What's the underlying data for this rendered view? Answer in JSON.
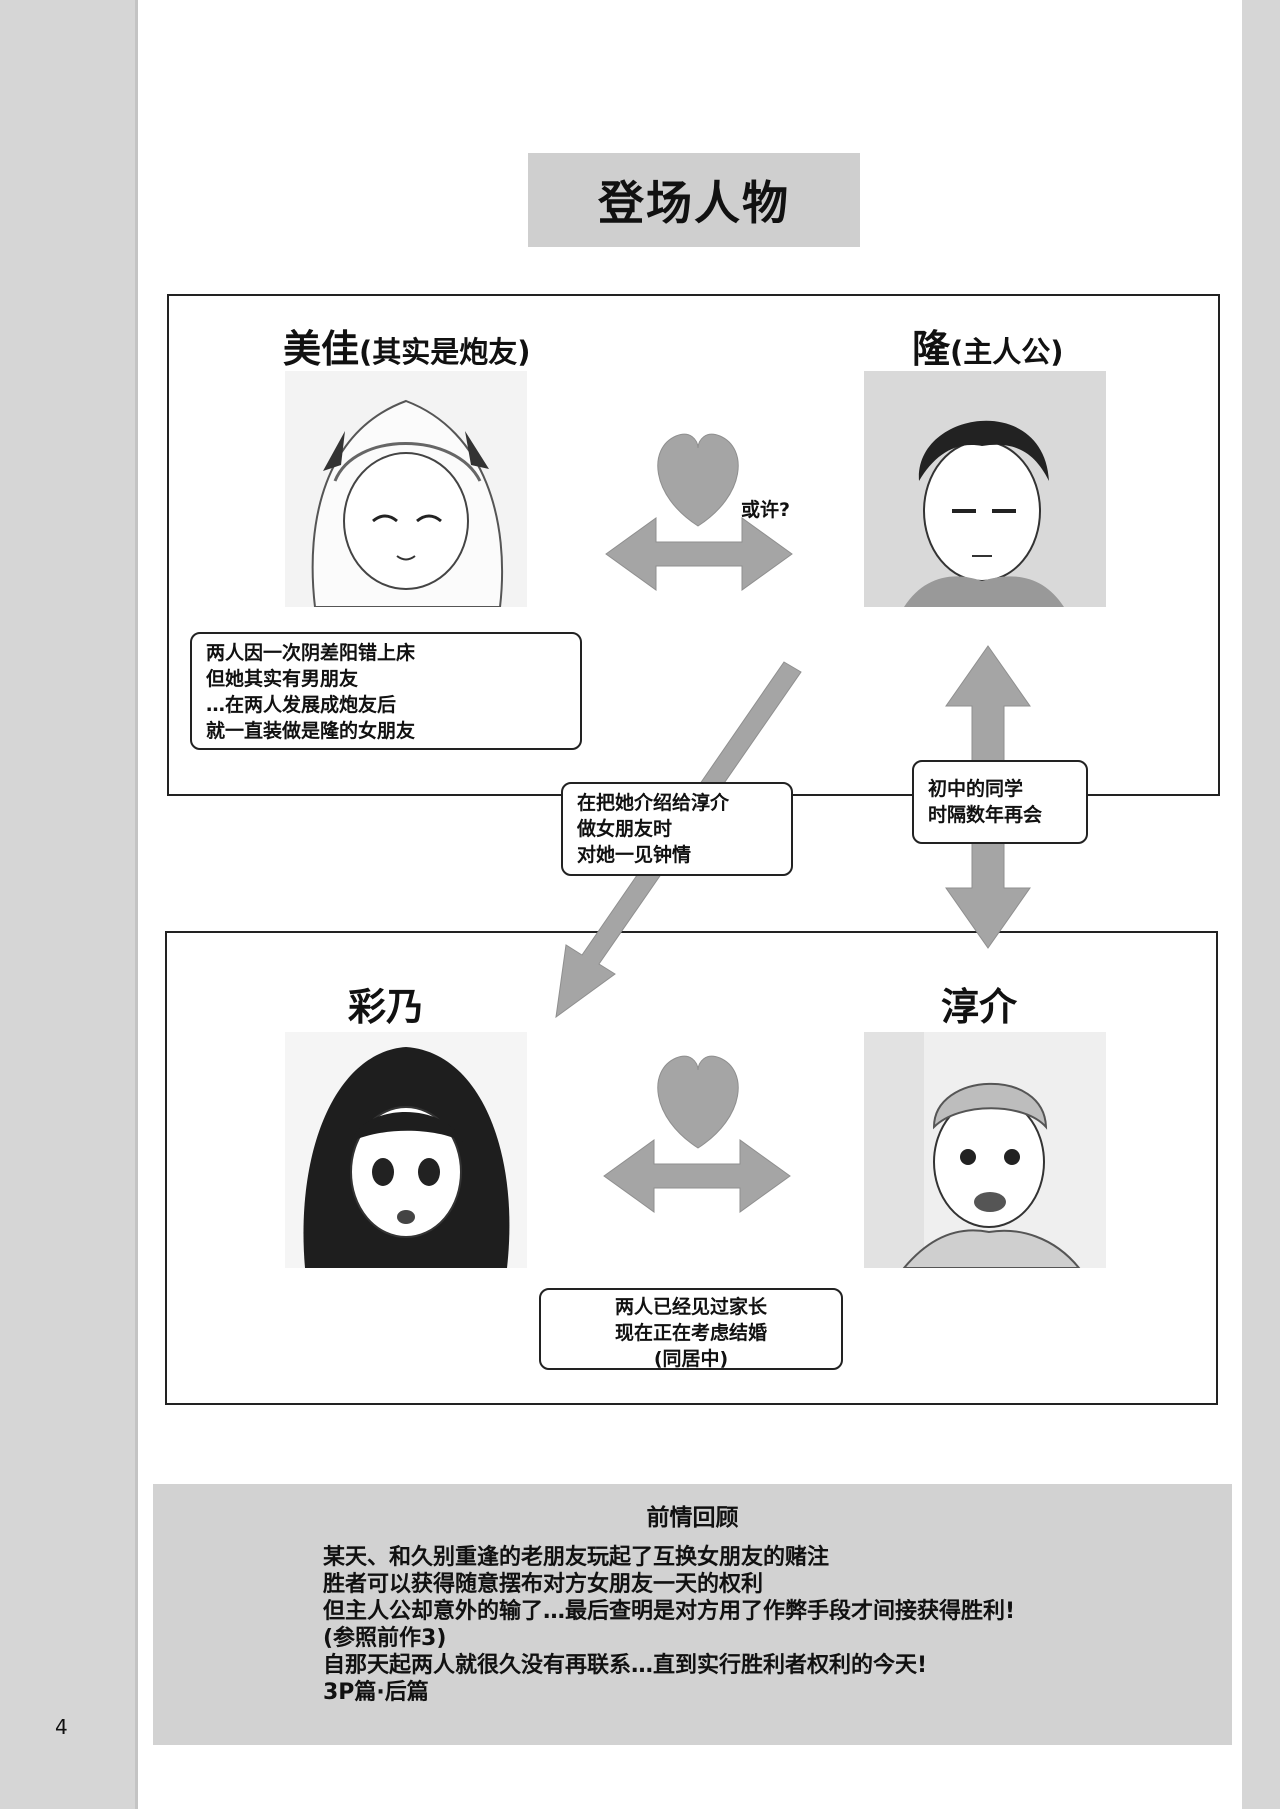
{
  "title": "登场人物",
  "characters": {
    "mika": {
      "name": "美佳",
      "note": "(其实是炮友)"
    },
    "takashi": {
      "name": "隆",
      "note": "(主人公)"
    },
    "ayano": {
      "name": "彩乃"
    },
    "junsuke": {
      "name": "淳介"
    }
  },
  "relations": {
    "maybe": "或许?",
    "mika_note": [
      "两人因一次阴差阳错上床",
      "但她其实有男朋友",
      "…在两人发展成炮友后",
      "就一直装做是隆的女朋友"
    ],
    "intro_note": [
      "在把她介绍给淳介",
      "做女朋友时",
      "对她一见钟情"
    ],
    "classmate_note": [
      "初中的同学",
      "时隔数年再会"
    ],
    "couple_note": [
      "两人已经见过家长",
      "现在正在考虑结婚",
      "(同居中)"
    ]
  },
  "recap": {
    "title": "前情回顾",
    "lines": [
      "某天、和久别重逢的老朋友玩起了互换女朋友的赌注",
      "胜者可以获得随意摆布对方女朋友一天的权利",
      "但主人公却意外的输了…最后查明是对方用了作弊手段才间接获得胜利!",
      "(参照前作3)",
      "自那天起两人就很久没有再联系…直到实行胜利者权利的今天!",
      "3P篇·后篇"
    ]
  },
  "page_number": "4",
  "colors": {
    "sidebar": "#d6d6d6",
    "arrow": "#a5a5a5",
    "title_bg": "#cfcfcf",
    "recap_bg": "#d2d2d2"
  }
}
